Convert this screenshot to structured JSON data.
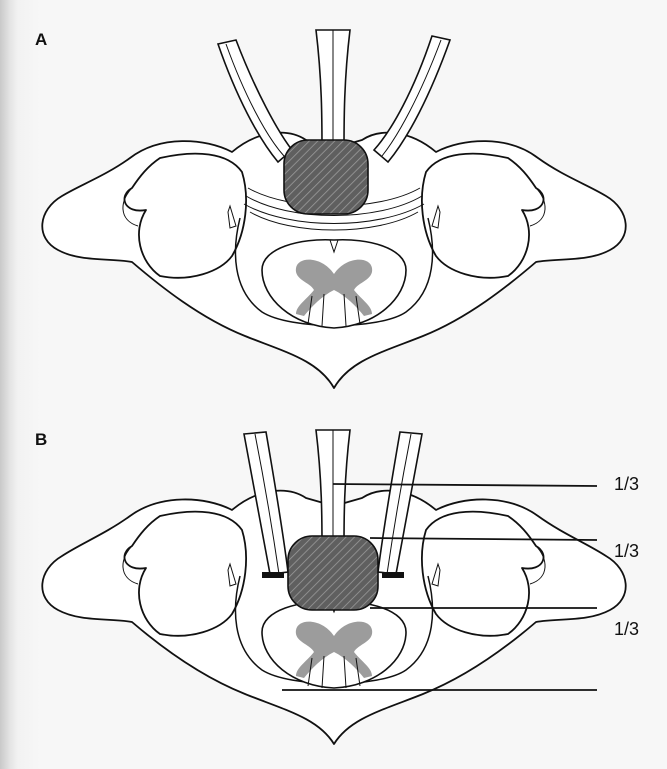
{
  "panels": [
    {
      "label": "A"
    },
    {
      "label": "B"
    }
  ],
  "thirds": [
    "1/3",
    "1/3",
    "1/3"
  ],
  "colors": {
    "background": "#f7f7f7",
    "mass_fill": "#6e6e6e",
    "gray_matter": "#9c9c9c",
    "ink": "#111111"
  }
}
